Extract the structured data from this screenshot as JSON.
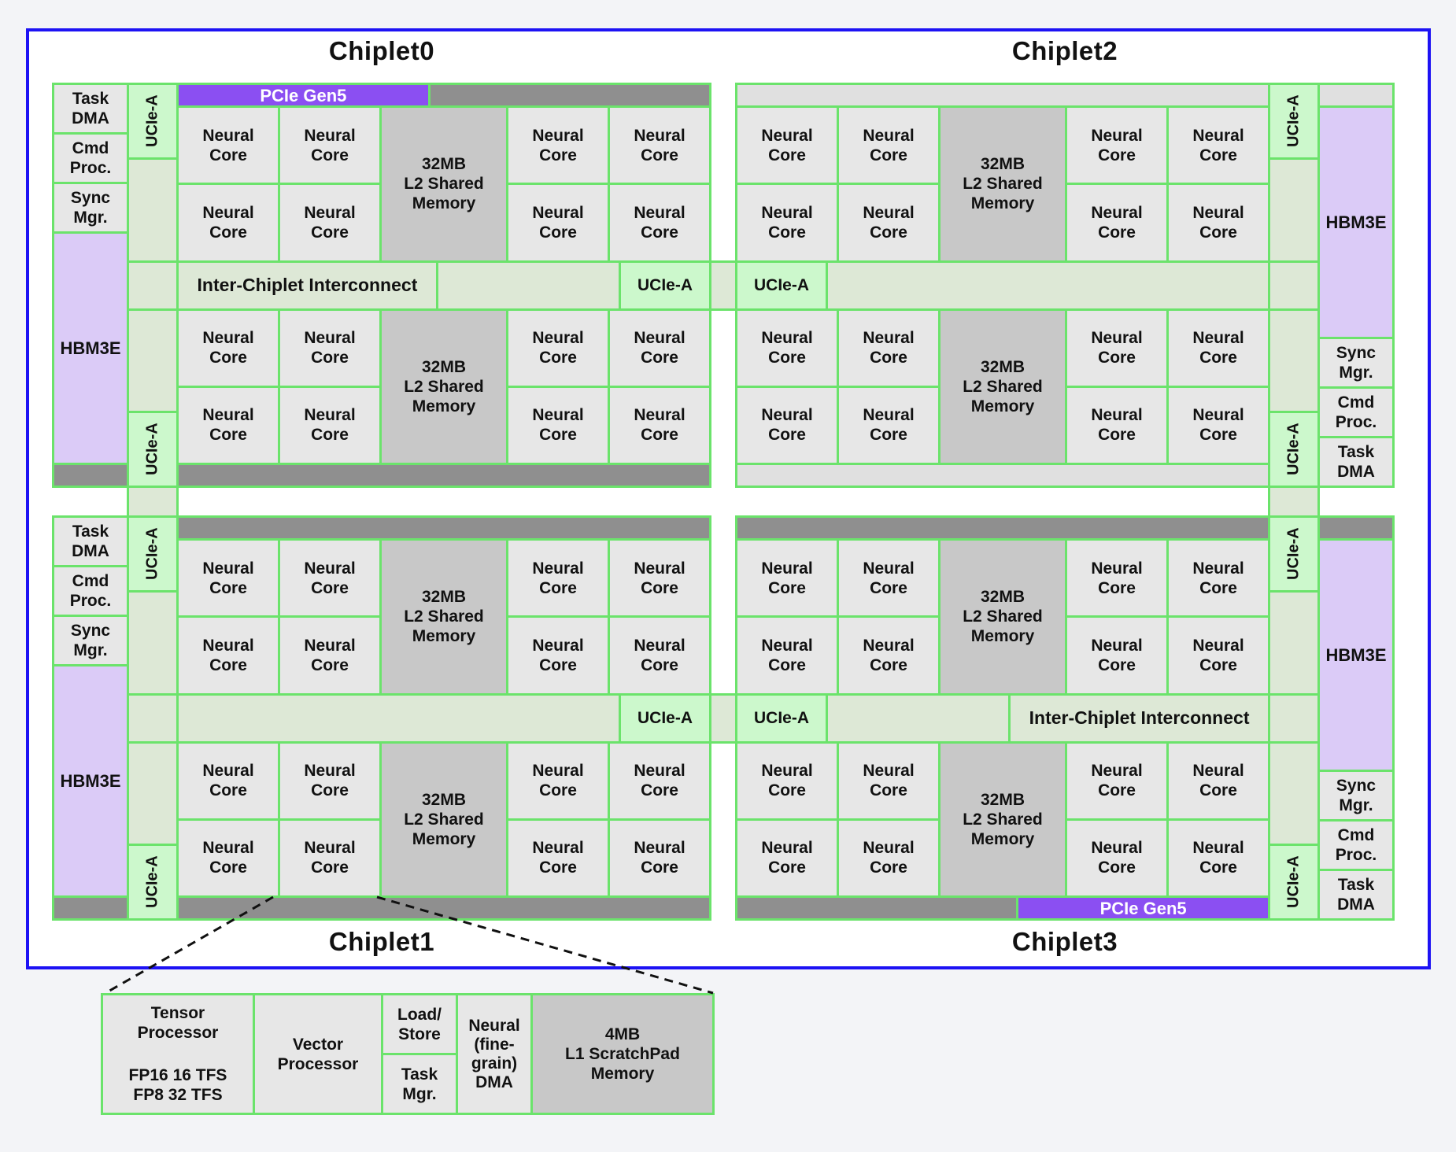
{
  "colors": {
    "frame_blue": "#1d12f4",
    "border_green": "#6be36b",
    "ucie_green": "#ccf8cc",
    "muted_green": "#dde8d6",
    "pcie_purple": "#8b4ff2",
    "hbm_purple": "#dbcbf7",
    "dark_gray": "#8f8f8f",
    "light_gray": "#e0e0e0",
    "box_gray": "#e7e7e7",
    "mem_gray": "#c8c8c8",
    "page_bg": "#f3f4f7",
    "frame_bg": "#ffffff"
  },
  "labels": {
    "neural_core": "Neural\nCore",
    "l2_memory": "32MB\nL2 Shared\nMemory",
    "ucie": "UCIe-A",
    "pcie": "PCIe Gen5",
    "interconnect": "Inter-Chiplet Interconnect",
    "hbm": "HBM3E",
    "task_dma": "Task\nDMA",
    "cmd_proc": "Cmd\nProc.",
    "sync_mgr": "Sync\nMgr."
  },
  "chiplets": [
    {
      "title": "Chiplet0"
    },
    {
      "title": "Chiplet1"
    },
    {
      "title": "Chiplet2"
    },
    {
      "title": "Chiplet3"
    }
  ],
  "callout": {
    "tensor_title": "Tensor\nProcessor",
    "tensor_spec": "FP16 16 TFS\nFP8 32 TFS",
    "vector": "Vector\nProcessor",
    "load_store": "Load/\nStore",
    "task_mgr": "Task\nMgr.",
    "neural_dma": "Neural\n(fine-\ngrain)\nDMA",
    "l1_memory": "4MB\nL1 ScratchPad\nMemory"
  }
}
